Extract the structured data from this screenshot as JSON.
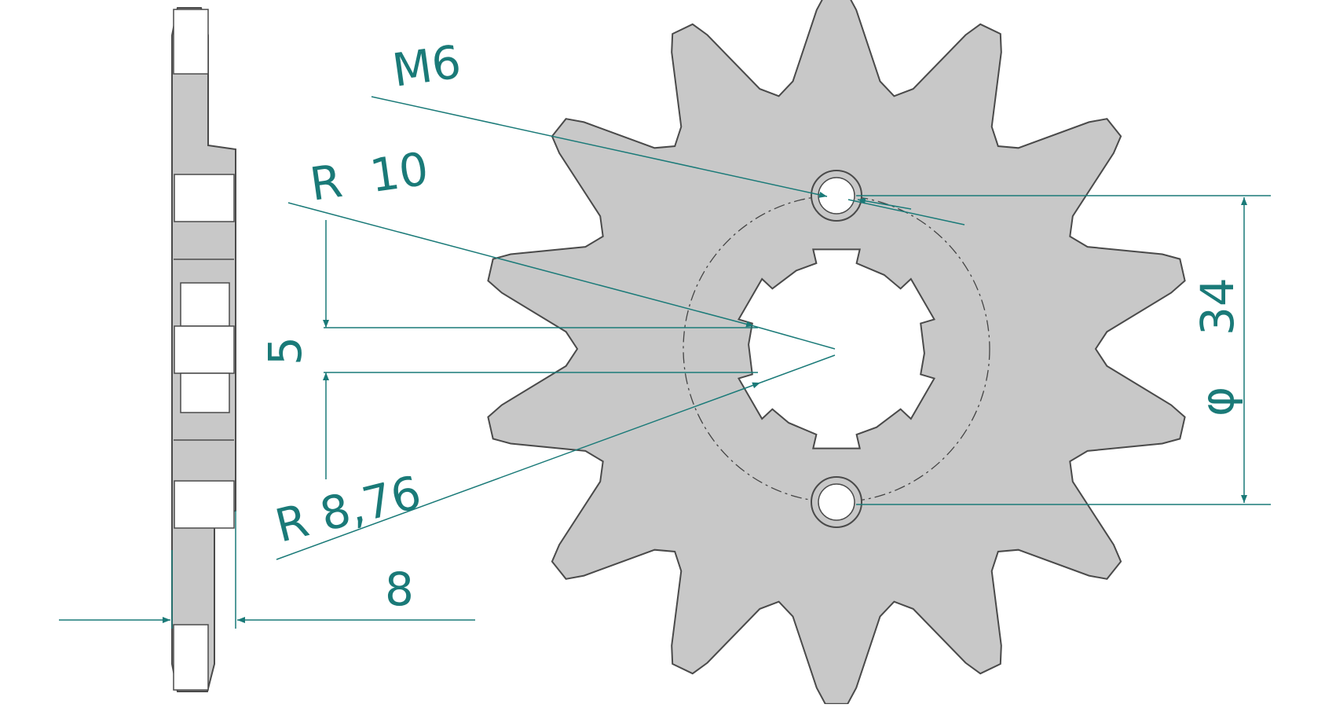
{
  "colors": {
    "background": "#ffffff",
    "part_fill": "#c8c8c8",
    "part_edge": "#4a4a4a",
    "dimension": "#1a7a78",
    "hidden": "#444444"
  },
  "drawing": {
    "views": [
      "side-profile",
      "front-view"
    ],
    "tooth_count": 14,
    "bolt_hole_count": 2,
    "spline_count": 6
  },
  "dimensions": {
    "thread": "M6",
    "outer_radius": "R  10",
    "inner_radius": "R 8,76",
    "spline_width": "5",
    "thickness": "8",
    "bolt_circle_diameter": "34",
    "diameter_symbol": "φ"
  }
}
